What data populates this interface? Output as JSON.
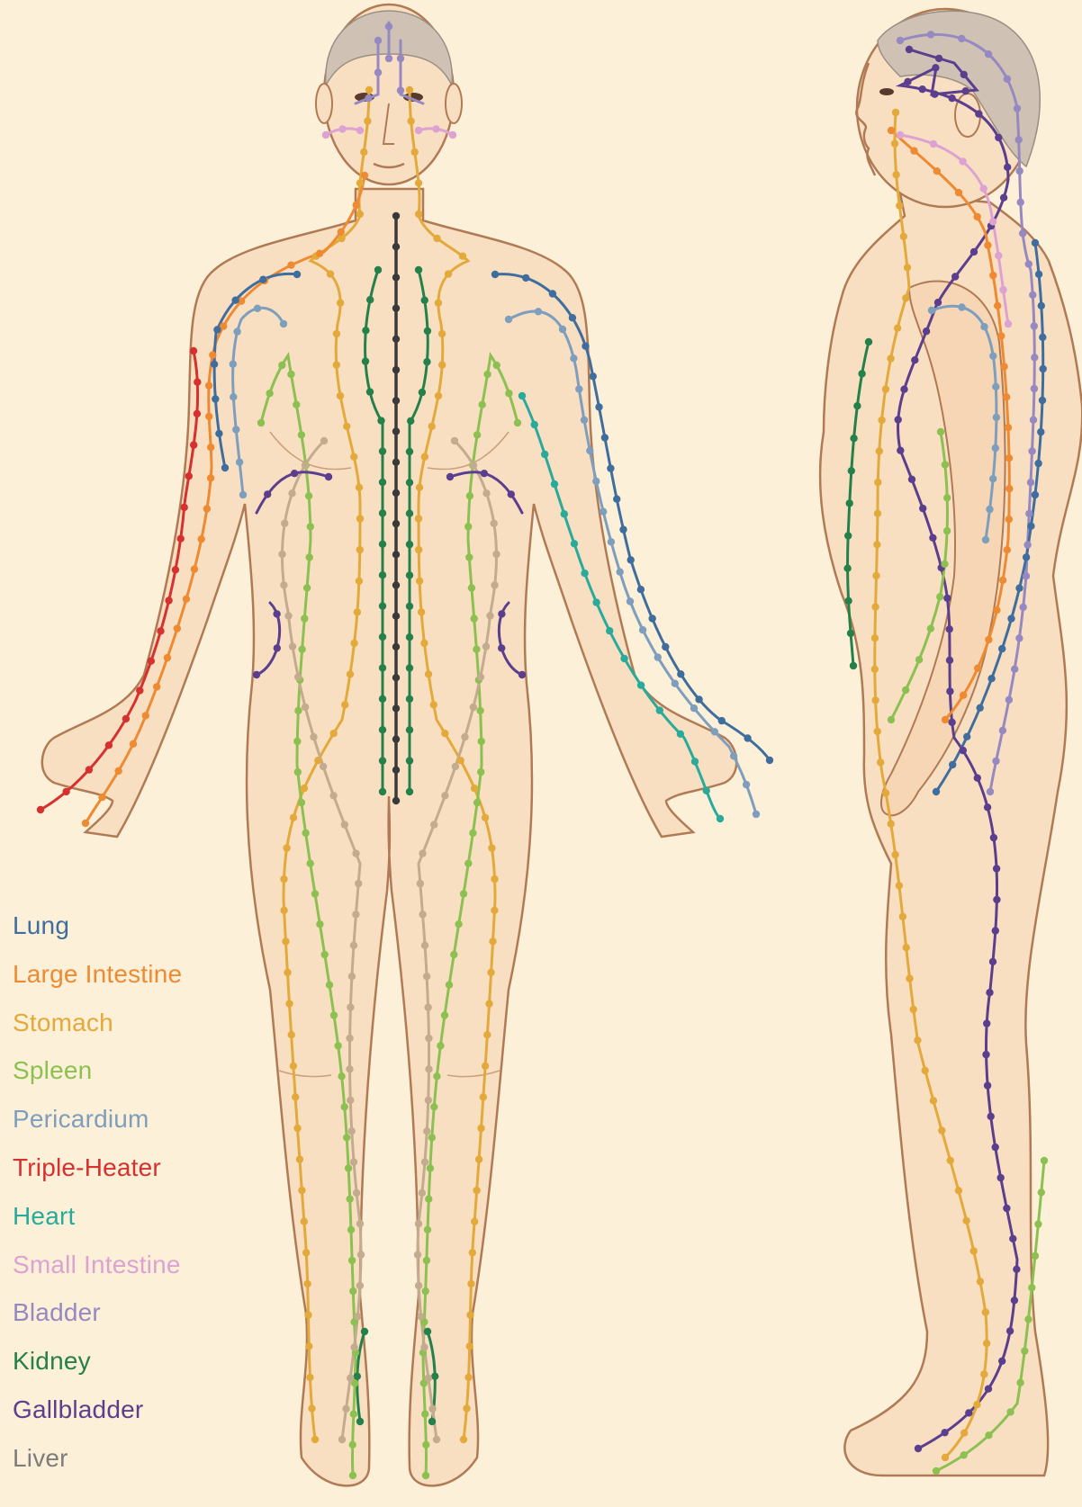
{
  "palette": {
    "background": "#fdf0d8",
    "skin": "#f9dfc2",
    "outline": "#b07a55",
    "hair": "#cfc2b4"
  },
  "legend": [
    {
      "key": "lung",
      "label": "Lung",
      "color": "#3f6e9e"
    },
    {
      "key": "large_intestine",
      "label": "Large Intestine",
      "color": "#ee8a32"
    },
    {
      "key": "stomach",
      "label": "Stomach",
      "color": "#e3a93a"
    },
    {
      "key": "spleen",
      "label": "Spleen",
      "color": "#8cc152"
    },
    {
      "key": "pericardium",
      "label": "Pericardium",
      "color": "#7e9ebe"
    },
    {
      "key": "triple_heater",
      "label": "Triple-Heater",
      "color": "#d7312f"
    },
    {
      "key": "heart",
      "label": "Heart",
      "color": "#2aaa9a"
    },
    {
      "key": "small_intestine",
      "label": "Small Intestine",
      "color": "#dba2d2"
    },
    {
      "key": "bladder",
      "label": "Bladder",
      "color": "#9689c1"
    },
    {
      "key": "kidney",
      "label": "Kidney",
      "color": "#24814a"
    },
    {
      "key": "gallbladder",
      "label": "Gallbladder",
      "color": "#5b3f8e"
    },
    {
      "key": "liver",
      "label": "Liver",
      "color": "#7d7d7d"
    }
  ]
}
